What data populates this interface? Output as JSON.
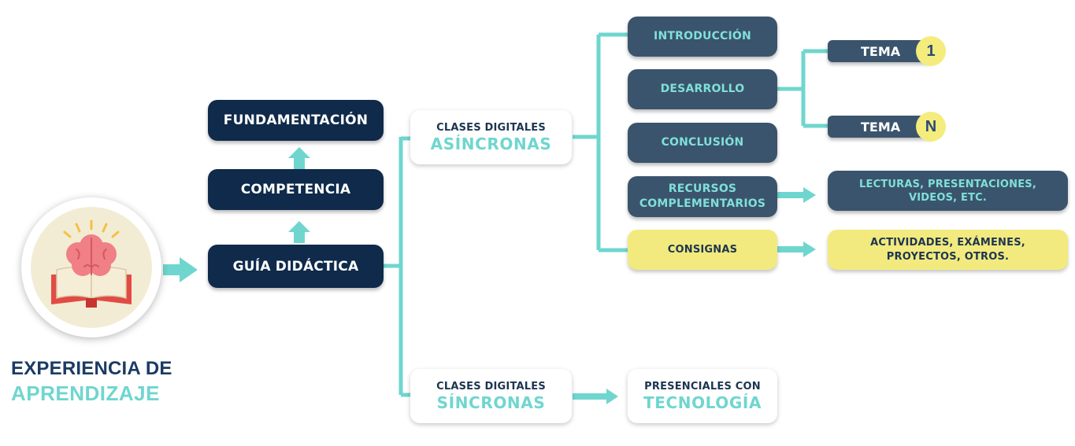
{
  "main_title": {
    "line1": "EXPERIENCIA DE",
    "line2": "APRENDIZAJE"
  },
  "left_column": {
    "fundamentacion": "FUNDAMENTACIÓN",
    "competencia": "COMPETENCIA",
    "guia": "GUÍA DIDÁCTICA"
  },
  "asincronas": {
    "small": "CLASES DIGITALES",
    "big": "ASÍNCRONAS"
  },
  "sincronas": {
    "small": "CLASES DIGITALES",
    "big": "SÍNCRONAS"
  },
  "presenciales": {
    "small": "PRESENCIALES CON",
    "big": "TECNOLOGÍA"
  },
  "phases": {
    "introduccion": "INTRODUCCIÓN",
    "desarrollo": "DESARROLLO",
    "conclusion": "CONCLUSIÓN",
    "recursos_line1": "RECURSOS",
    "recursos_line2": "COMPLEMENTARIOS",
    "consignas": "CONSIGNAS"
  },
  "temas": [
    {
      "label": "TEMA",
      "badge": "1"
    },
    {
      "label": "TEMA",
      "badge": "N"
    }
  ],
  "outputs": {
    "lecturas_line1": "LECTURAS, PRESENTACIONES,",
    "lecturas_line2": "VIDEOS, ETC.",
    "actividades_line1": "ACTIVIDADES, EXÁMENES,",
    "actividades_line2": "PROYECTOS, OTROS."
  },
  "icons": {
    "main_icon": "brain-book-icon"
  },
  "colors": {
    "navy": "#0f2a4a",
    "slate": "#3b546d",
    "teal": "#6fd6cf",
    "yellow": "#f2ea7e"
  }
}
